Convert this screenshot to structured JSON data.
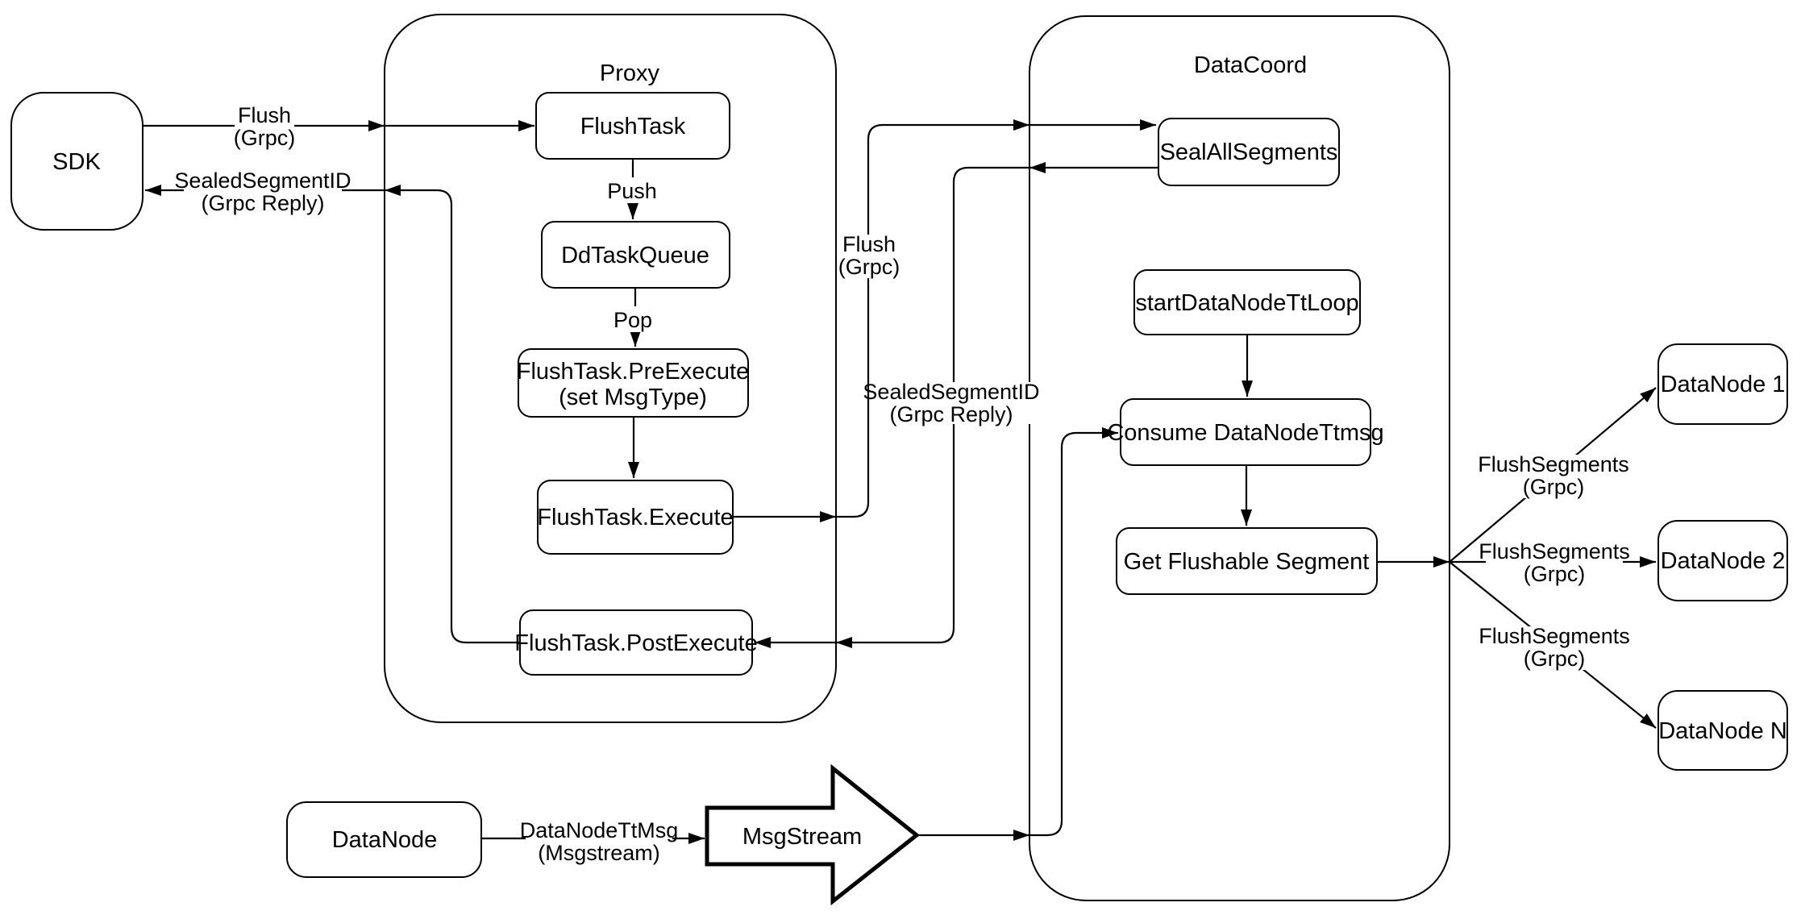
{
  "diagram": {
    "colors": {
      "stroke": "#000000",
      "background": "#ffffff"
    },
    "containers": {
      "proxy": {
        "label": "Proxy"
      },
      "datacoord": {
        "label": "DataCoord"
      }
    },
    "nodes": {
      "sdk": "SDK",
      "flush_task": "FlushTask",
      "dd_task_queue": "DdTaskQueue",
      "pre_execute_line1": "FlushTask.PreExecute",
      "pre_execute_line2": "(set MsgType)",
      "execute": "FlushTask.Execute",
      "post_execute": "FlushTask.PostExecute",
      "seal_all_segments": "SealAllSegments",
      "start_datanode_tt_loop": "startDataNodeTtLoop",
      "consume_datanode_ttmsg": "Consume DataNodeTtmsg",
      "get_flushable_segment": "Get Flushable Segment",
      "datanode_1": "DataNode 1",
      "datanode_2": "DataNode 2",
      "datanode_n": "DataNode N",
      "datanode": "DataNode",
      "msgstream": "MsgStream"
    },
    "edge_labels": {
      "flush_grpc_sdk": {
        "line1": "Flush",
        "line2": "(Grpc)"
      },
      "sealed_segment_sdk": {
        "line1": "SealedSegmentID",
        "line2": "(Grpc Reply)"
      },
      "push": "Push",
      "pop": "Pop",
      "flush_grpc_mid": {
        "line1": "Flush",
        "line2": "(Grpc)"
      },
      "sealed_segment_mid": {
        "line1": "SealedSegmentID",
        "line2": "(Grpc Reply)"
      },
      "flush_segments_1": {
        "line1": "FlushSegments",
        "line2": "(Grpc)"
      },
      "flush_segments_2": {
        "line1": "FlushSegments",
        "line2": "(Grpc)"
      },
      "flush_segments_3": {
        "line1": "FlushSegments",
        "line2": "(Grpc)"
      },
      "datanode_tt_msg": {
        "line1": "DataNodeTtMsg",
        "line2": "(Msgstream)"
      }
    }
  }
}
